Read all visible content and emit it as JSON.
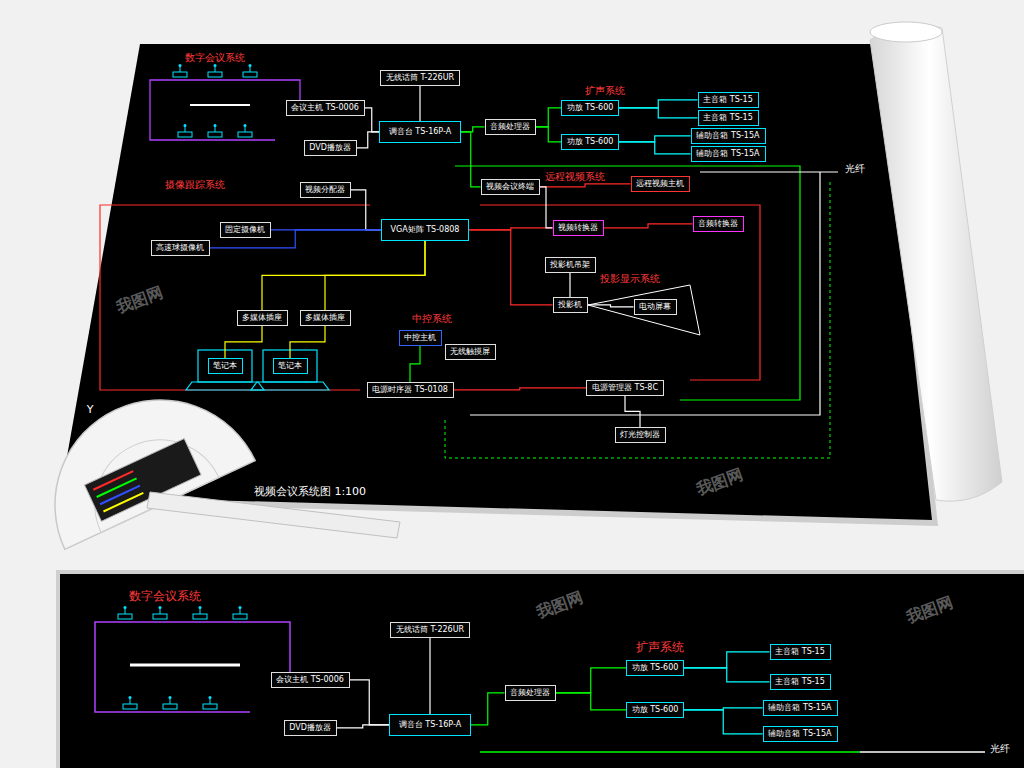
{
  "diagram": {
    "title": "视频会议系统图 1:100",
    "nodes": [
      {
        "text": [
          "会议主机 TS-0006"
        ]
      },
      {
        "text": [
          "DVD播放器"
        ]
      },
      {
        "text": [
          "无线话筒 T-226UR"
        ]
      },
      {
        "text": [
          "调音台 TS-16P-A"
        ]
      },
      {
        "text": [
          "音频处理器"
        ]
      },
      {
        "text": [
          "功放 TS-600"
        ]
      },
      {
        "text": [
          "功放 TS-600"
        ]
      },
      {
        "text": [
          "主音箱 TS-15"
        ]
      },
      {
        "text": [
          "主音箱 TS-15"
        ]
      },
      {
        "text": [
          "辅助音箱 TS-15A"
        ]
      },
      {
        "text": [
          "辅助音箱 TS-15A"
        ]
      },
      {
        "text": [
          "视频会议终端"
        ]
      },
      {
        "text": [
          "远程视频主机"
        ]
      },
      {
        "text": [
          "视频分配器"
        ]
      },
      {
        "text": [
          "VGA矩阵 TS-0808"
        ]
      },
      {
        "text": [
          "高速球摄像机"
        ]
      },
      {
        "text": [
          "固定摄像机"
        ]
      },
      {
        "text": [
          "视频转换器"
        ]
      },
      {
        "text": [
          "音频转换器"
        ]
      },
      {
        "text": [
          "多媒体插座"
        ]
      },
      {
        "text": [
          "多媒体插座"
        ]
      },
      {
        "text": [
          "笔记本"
        ]
      },
      {
        "text": [
          "笔记本"
        ]
      },
      {
        "text": [
          "中控主机"
        ]
      },
      {
        "text": [
          "无线触摸屏"
        ]
      },
      {
        "text": [
          "投影机吊架"
        ]
      },
      {
        "text": [
          "投影机"
        ]
      },
      {
        "text": [
          "电动屏幕"
        ]
      },
      {
        "text": [
          "电源时序器 TS-0108"
        ]
      },
      {
        "text": [
          "电源管理器 TS-8C"
        ]
      },
      {
        "text": [
          "灯光控制器"
        ]
      },
      {
        "text": [
          "会议主机 TS-0006"
        ]
      },
      {
        "text": [
          "DVD播放器"
        ]
      },
      {
        "text": [
          "无线话筒 T-226UR"
        ]
      },
      {
        "text": [
          "调音台 TS-16P-A"
        ]
      },
      {
        "text": [
          "功放 TS-600"
        ]
      },
      {
        "text": [
          "功放 TS-600"
        ]
      },
      {
        "text": [
          "主音箱 TS-15"
        ]
      },
      {
        "text": [
          "主音箱 TS-15"
        ]
      },
      {
        "text": [
          "辅助音箱 TS-15A"
        ]
      },
      {
        "text": [
          "辅助音箱 TS-15A"
        ]
      },
      {
        "text": [
          "音频处理器"
        ]
      }
    ],
    "edges": [
      {
        "from": 0,
        "to": 3,
        "arrow": "none"
      },
      {
        "from": 1,
        "to": 3,
        "arrow": "none"
      },
      {
        "from": 2,
        "to": 3,
        "arrow": "none"
      },
      {
        "from": 3,
        "to": 4,
        "arrow": "none"
      },
      {
        "from": 4,
        "to": 5,
        "arrow": "none"
      },
      {
        "from": 4,
        "to": 6,
        "arrow": "none"
      },
      {
        "from": 5,
        "to": 7,
        "arrow": "none"
      },
      {
        "from": 5,
        "to": 8,
        "arrow": "none"
      },
      {
        "from": 6,
        "to": 9,
        "arrow": "none"
      },
      {
        "from": 6,
        "to": 10,
        "arrow": "none"
      },
      {
        "from": 3,
        "to": 11,
        "arrow": "none"
      },
      {
        "from": 11,
        "to": 12,
        "arrow": "none"
      },
      {
        "from": 13,
        "to": 14,
        "arrow": "none"
      },
      {
        "from": 15,
        "to": 14,
        "arrow": "none"
      },
      {
        "from": 16,
        "to": 14,
        "arrow": "none"
      },
      {
        "from": 14,
        "to": 19,
        "arrow": "none"
      },
      {
        "from": 14,
        "to": 20,
        "arrow": "none"
      },
      {
        "from": 19,
        "to": 21,
        "arrow": "none"
      },
      {
        "from": 20,
        "to": 22,
        "arrow": "none"
      },
      {
        "from": 14,
        "to": 17,
        "arrow": "none"
      },
      {
        "from": 17,
        "to": 18,
        "arrow": "none"
      },
      {
        "from": 14,
        "to": 26,
        "arrow": "none"
      },
      {
        "from": 25,
        "to": 26,
        "arrow": "none"
      },
      {
        "from": 26,
        "to": 27,
        "arrow": "none"
      },
      {
        "from": 23,
        "to": 28,
        "arrow": "none"
      },
      {
        "from": 28,
        "to": 29,
        "arrow": "none"
      },
      {
        "from": 29,
        "to": 30,
        "arrow": "none"
      },
      {
        "from": 11,
        "to": 17,
        "arrow": "none"
      },
      {
        "from": 31,
        "to": 34,
        "arrow": "none"
      },
      {
        "from": 32,
        "to": 34,
        "arrow": "none"
      },
      {
        "from": 33,
        "to": 34,
        "arrow": "none"
      },
      {
        "from": 34,
        "to": 41,
        "arrow": "none"
      },
      {
        "from": 41,
        "to": 35,
        "arrow": "none"
      },
      {
        "from": 41,
        "to": 36,
        "arrow": "none"
      },
      {
        "from": 35,
        "to": 37,
        "arrow": "none"
      },
      {
        "from": 35,
        "to": 38,
        "arrow": "none"
      },
      {
        "from": 36,
        "to": 39,
        "arrow": "none"
      },
      {
        "from": 36,
        "to": 40,
        "arrow": "none"
      }
    ],
    "labels": [
      "数字会议系统",
      "扩声系统",
      "远程视频系统",
      "摄像跟踪系统",
      "中控系统",
      "投影显示系统",
      "光纤",
      "Y",
      "数字会议系统",
      "扩声系统",
      "光纤",
      "我图网",
      "我图网",
      "我图网",
      "我图网"
    ]
  }
}
